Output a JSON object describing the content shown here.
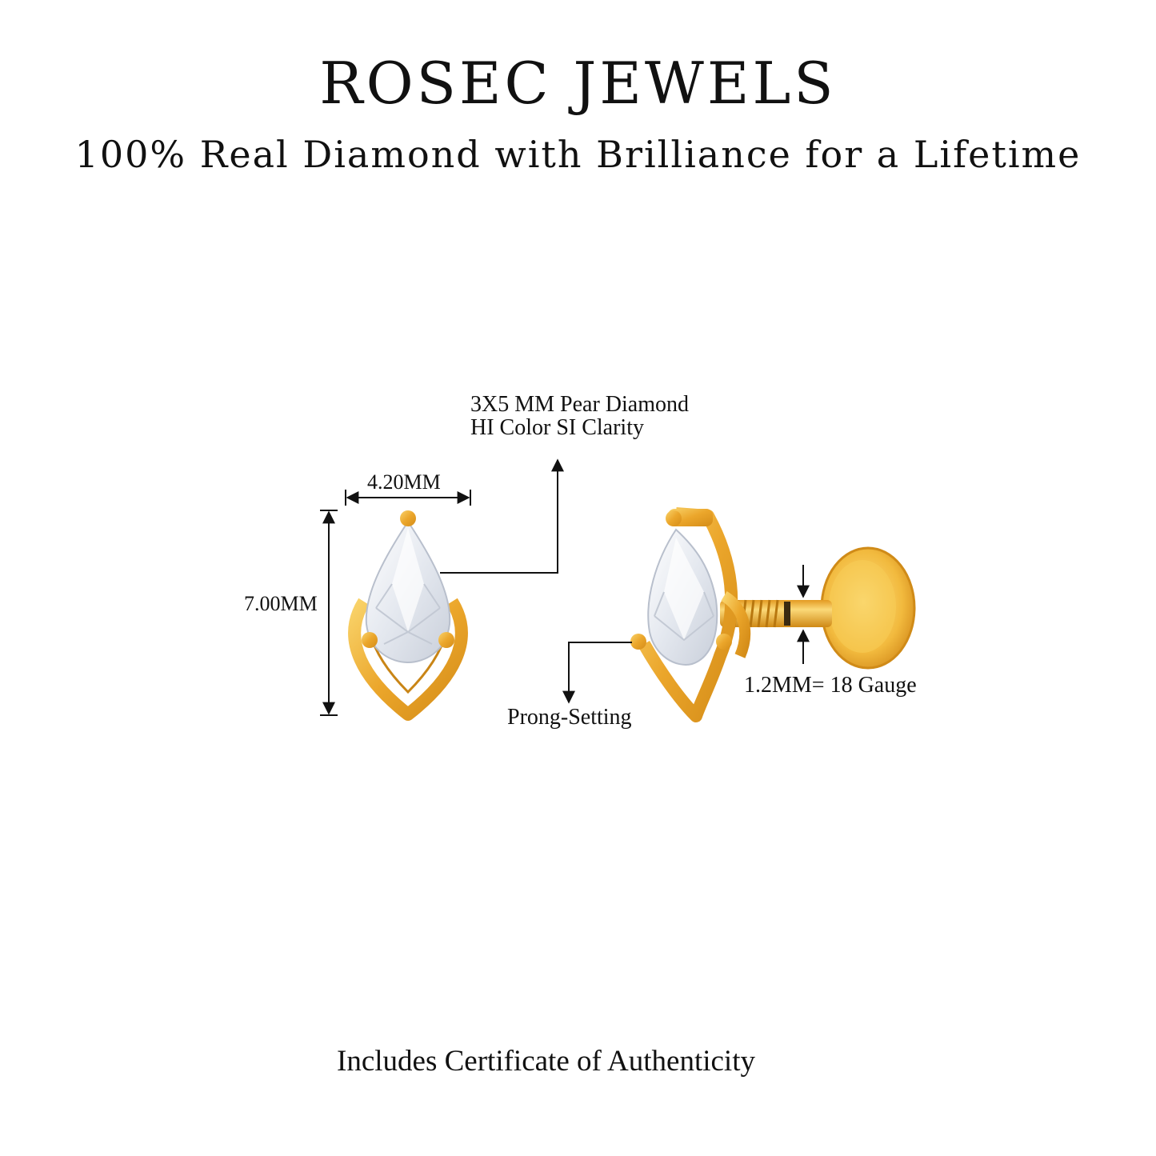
{
  "brand": "ROSEC JEWELS",
  "tagline": "100% Real Diamond with Brilliance for a Lifetime",
  "callouts": {
    "stone_line1": "3X5 MM Pear Diamond",
    "stone_line2": "HI Color SI Clarity",
    "width": "4.20MM",
    "height": "7.00MM",
    "setting": "Prong-Setting",
    "gauge": "1.2MM= 18 Gauge"
  },
  "footer": "Includes Certificate of Authenticity",
  "colors": {
    "gold": "#E8A42A",
    "gold_light": "#F7CB5C",
    "gold_dark": "#C98516",
    "diamond": "#EEF1F6",
    "line": "#111111"
  }
}
